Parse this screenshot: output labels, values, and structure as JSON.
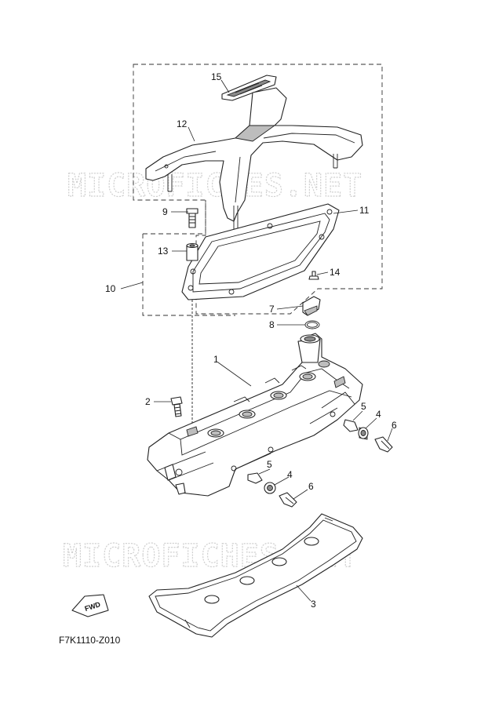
{
  "diagram": {
    "code": "F7K1110-Z010",
    "watermark": "MICROFICHES.NET",
    "fwd_label": "FWD",
    "callouts": {
      "c1": "1",
      "c2": "2",
      "c3": "3",
      "c4a": "4",
      "c4b": "4",
      "c5a": "5",
      "c5b": "5",
      "c6a": "6",
      "c6b": "6",
      "c7": "7",
      "c8": "8",
      "c9": "9",
      "c10": "10",
      "c11": "11",
      "c12": "12",
      "c13": "13",
      "c14": "14",
      "c15": "15"
    }
  }
}
